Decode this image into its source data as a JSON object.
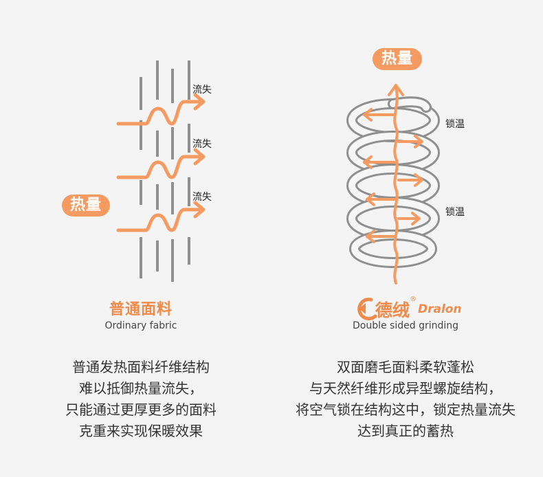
{
  "left": {
    "heat_badge": "热量",
    "loss_labels": [
      "流失",
      "流失",
      "流失"
    ],
    "title": "普通面料",
    "subtitle": "Ordinary fabric",
    "description": [
      "普通发热面料纤维结构",
      "难以抵御热量流失，",
      "只能通过更厚更多的面料",
      "克重来实现保暖效果"
    ]
  },
  "right": {
    "heat_badge": "热量",
    "lock_labels": [
      "锁温",
      "锁温"
    ],
    "brand_cn": "德绒",
    "brand_mark": "®",
    "brand_en": "Dralon",
    "subtitle": "Double sided grinding",
    "description": [
      "双面磨毛面料柔软蓬松",
      "与天然纤维形成异型螺旋结构，",
      "将空气锁在结构这中，锁定热量流失",
      "达到真正的蓄热"
    ]
  },
  "colors": {
    "accent": "#f59a60",
    "accent_dark": "#ef8a4a",
    "fiber": "#8f8f8f",
    "background": "#f4f4f4"
  }
}
